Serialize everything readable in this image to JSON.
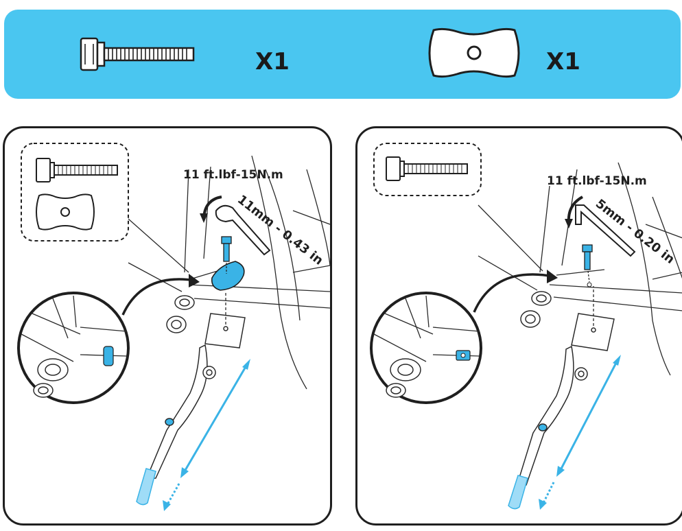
{
  "parts": {
    "bolt_icon": "bolt-icon",
    "bolt_qty": "X1",
    "nut_plate_icon": "nut-plate-icon",
    "nut_plate_qty": "X1"
  },
  "colors": {
    "accent_blue": "#4ac6f0",
    "highlight_blue": "#3ab3e6",
    "line": "#1f1f1f"
  },
  "panel_left": {
    "torque": "11 ft.lbf-15N.m",
    "tool_size": "11mm - 0.43 in",
    "tool_icon": "wrench-icon"
  },
  "panel_right": {
    "torque": "11 ft.lbf-15N.m",
    "tool_size": "5mm - 0.20 in",
    "tool_icon": "hex-key-icon"
  }
}
